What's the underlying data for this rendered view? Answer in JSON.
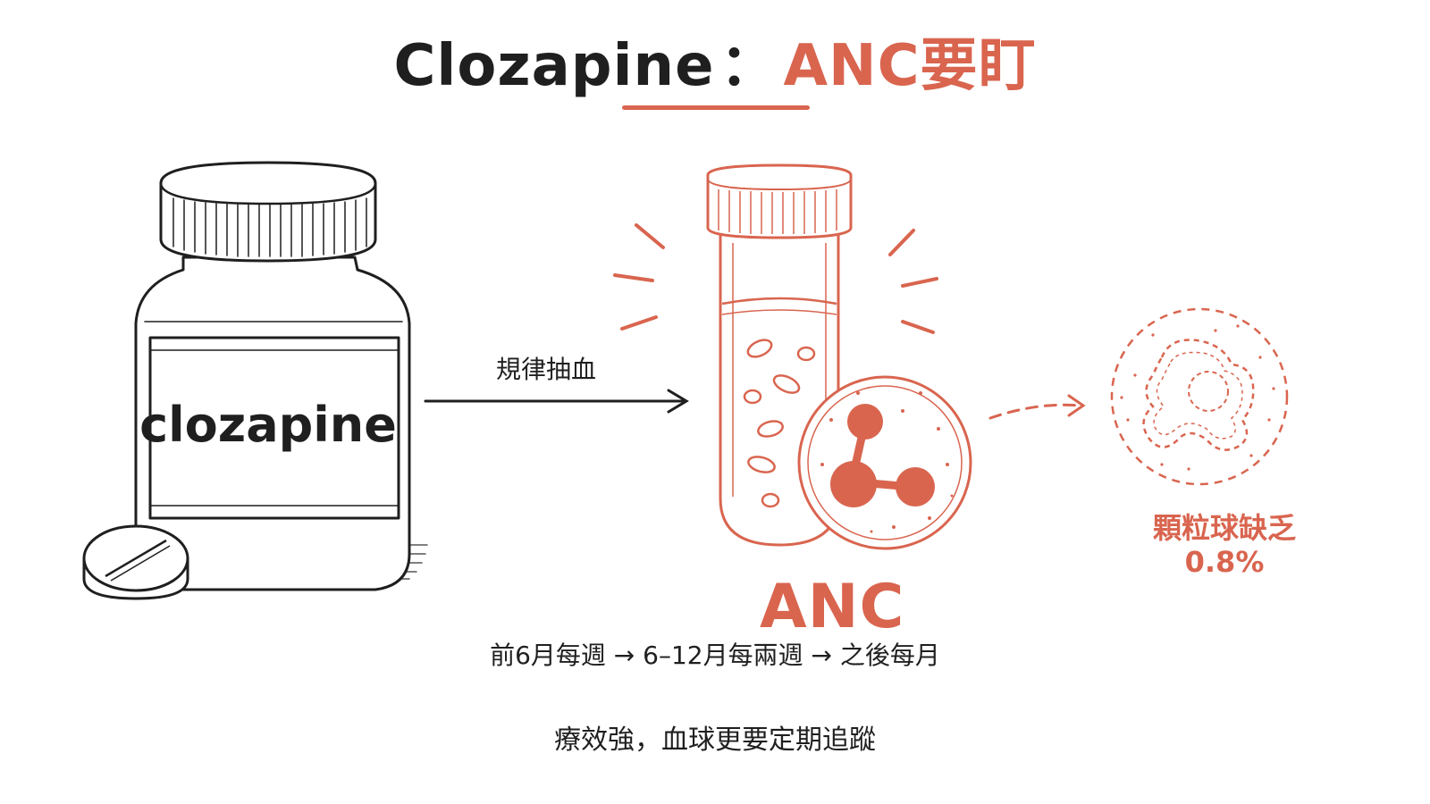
{
  "header": {
    "title_main": "Clozapine",
    "title_sep": "：",
    "title_accent": "ANC要盯"
  },
  "bottle": {
    "label_text": "clozapine"
  },
  "flow": {
    "arrow_label": "規律抽血"
  },
  "anc": {
    "label": "ANC",
    "schedule": "前6月每週 → 6–12月每兩週 → 之後每月"
  },
  "risk": {
    "name": "顆粒球缺乏",
    "rate": "0.8%"
  },
  "footer": {
    "note": "療效強，血球更要定期追蹤"
  },
  "colors": {
    "accent": "#d9654f",
    "ink": "#1f1f1f"
  },
  "icons": [
    "pill-bottle-icon",
    "tablet-icon",
    "test-tube-icon",
    "neutrophil-icon",
    "depleted-cell-icon"
  ]
}
